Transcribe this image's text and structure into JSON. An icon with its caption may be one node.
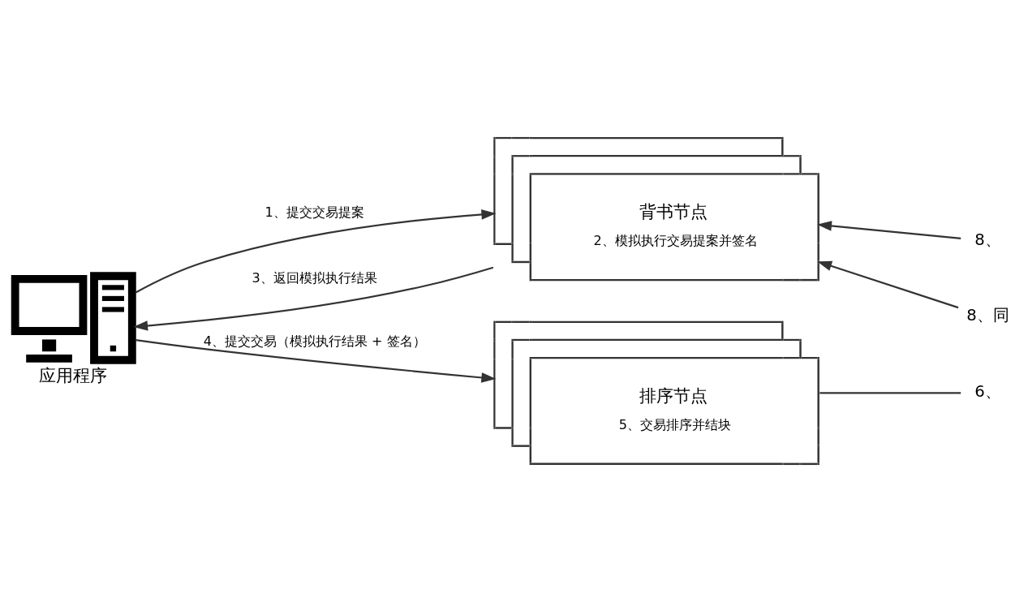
{
  "diagram": {
    "nodes": [
      {
        "text": [
          "背书节点",
          "2、模拟执行交易提案并签名"
        ]
      },
      {
        "text": [
          "8、"
        ]
      },
      {
        "text": [
          "应用程序"
        ]
      },
      {
        "text": [
          "8、同"
        ]
      },
      {
        "text": [
          "排序节点",
          "5、交易排序并结块"
        ]
      },
      {
        "text": [
          "6、"
        ]
      }
    ],
    "edges": [
      {
        "from": 2,
        "to": 0,
        "arrow": "to",
        "label": "1、提交交易提案"
      },
      {
        "from": 0,
        "to": 2,
        "arrow": "to",
        "label": "3、返回模拟执行结果"
      },
      {
        "from": 2,
        "to": 4,
        "arrow": "to",
        "label": "4、提交交易（模拟执行结果 + 签名）"
      },
      {
        "from": 4,
        "to": 5,
        "arrow": "none"
      },
      {
        "from": 1,
        "to": 0,
        "arrow": "to"
      },
      {
        "from": 3,
        "to": 0,
        "arrow": "to"
      }
    ]
  }
}
